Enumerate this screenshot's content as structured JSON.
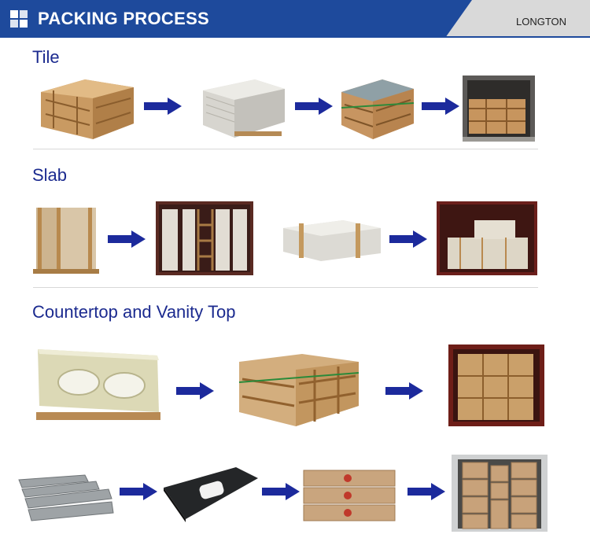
{
  "header": {
    "title": "PACKING PROCESS",
    "brand": "LONGTON",
    "logo_icon": "four-square-logo-icon",
    "colors": {
      "bar": "#1e4a9c",
      "brand_panel": "#d9d9d9"
    }
  },
  "sections": {
    "tile": {
      "title": "Tile"
    },
    "slab": {
      "title": "Slab"
    },
    "countertop": {
      "title": "Countertop and Vanity Top"
    }
  },
  "arrow_icon": "right-arrow-icon",
  "arrow_color": "#1c2a9c"
}
